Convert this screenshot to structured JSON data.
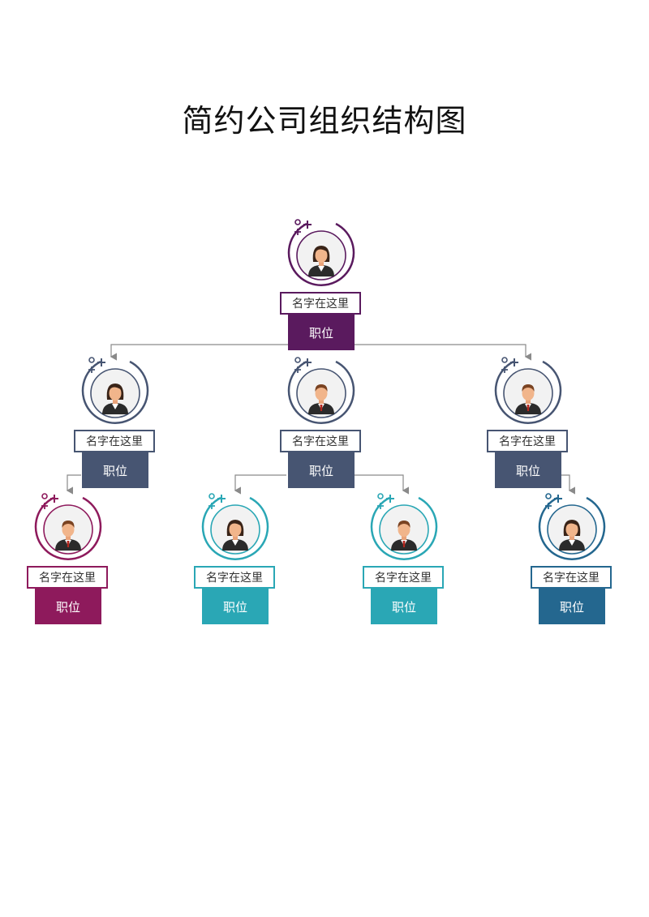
{
  "title": "简约公司组织结构图",
  "colors": {
    "purple": "#5a1a5e",
    "slate": "#475572",
    "magenta": "#8e1a5c",
    "teal": "#2aa7b5",
    "blue": "#24678f",
    "connector": "#8a8a8a"
  },
  "nodes": [
    {
      "id": "ceo",
      "name": "名字在这里",
      "role": "职位",
      "avatar": "female-avatar-icon",
      "color": "#5a1a5e"
    },
    {
      "id": "l2a",
      "name": "名字在这里",
      "role": "职位",
      "avatar": "female-avatar-icon",
      "color": "#475572"
    },
    {
      "id": "l2b",
      "name": "名字在这里",
      "role": "职位",
      "avatar": "male-avatar-icon",
      "color": "#475572"
    },
    {
      "id": "l2c",
      "name": "名字在这里",
      "role": "职位",
      "avatar": "male-avatar-icon",
      "color": "#475572"
    },
    {
      "id": "l3a",
      "name": "名字在这里",
      "role": "职位",
      "avatar": "male-avatar-icon",
      "color": "#8e1a5c"
    },
    {
      "id": "l3b",
      "name": "名字在这里",
      "role": "职位",
      "avatar": "female-avatar-icon",
      "color": "#2aa7b5"
    },
    {
      "id": "l3c",
      "name": "名字在这里",
      "role": "职位",
      "avatar": "male-avatar-icon",
      "color": "#2aa7b5"
    },
    {
      "id": "l3d",
      "name": "名字在这里",
      "role": "职位",
      "avatar": "female-avatar-icon",
      "color": "#24678f"
    }
  ]
}
